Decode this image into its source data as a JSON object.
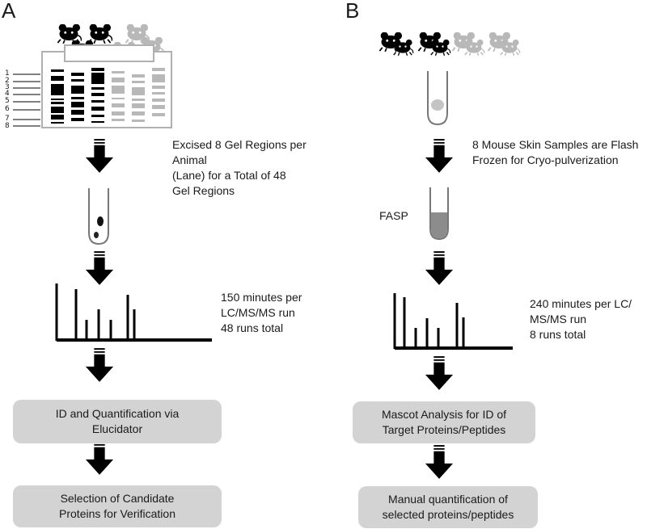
{
  "panels": {
    "a": {
      "letter": "A",
      "gel_caption": "Excised 8 Gel Regions per Animal\n(Lane) for a Total of 48\nGel Regions",
      "lcms_caption": "150 minutes per\nLC/MS/MS run\n48 runs total",
      "box1": "ID and Quantification via\nElucidator",
      "box2": "Selection of Candidate\nProteins for Verification",
      "ladder": [
        "1",
        "2",
        "3",
        "4",
        "5",
        "6",
        "7",
        "8"
      ]
    },
    "b": {
      "letter": "B",
      "sample_caption": "8 Mouse Skin Samples are Flash\nFrozen for Cryo-pulverization",
      "fasp_label": "FASP",
      "lcms_caption": "240 minutes per LC/\nMS/MS run\n8 runs total",
      "box1": "Mascot Analysis for ID of\nTarget Proteins/Peptides",
      "box2": "Manual quantification of\nselected proteins/peptides"
    }
  },
  "colors": {
    "box_fill": "#d3d3d3",
    "dark": "#000000",
    "light_gray": "#b8b8b8",
    "fasp_fill": "#8c8c8c"
  },
  "icons": [
    "mouse-icon",
    "gel-image",
    "tube-icon",
    "spectrum-icon",
    "down-arrow-icon"
  ]
}
